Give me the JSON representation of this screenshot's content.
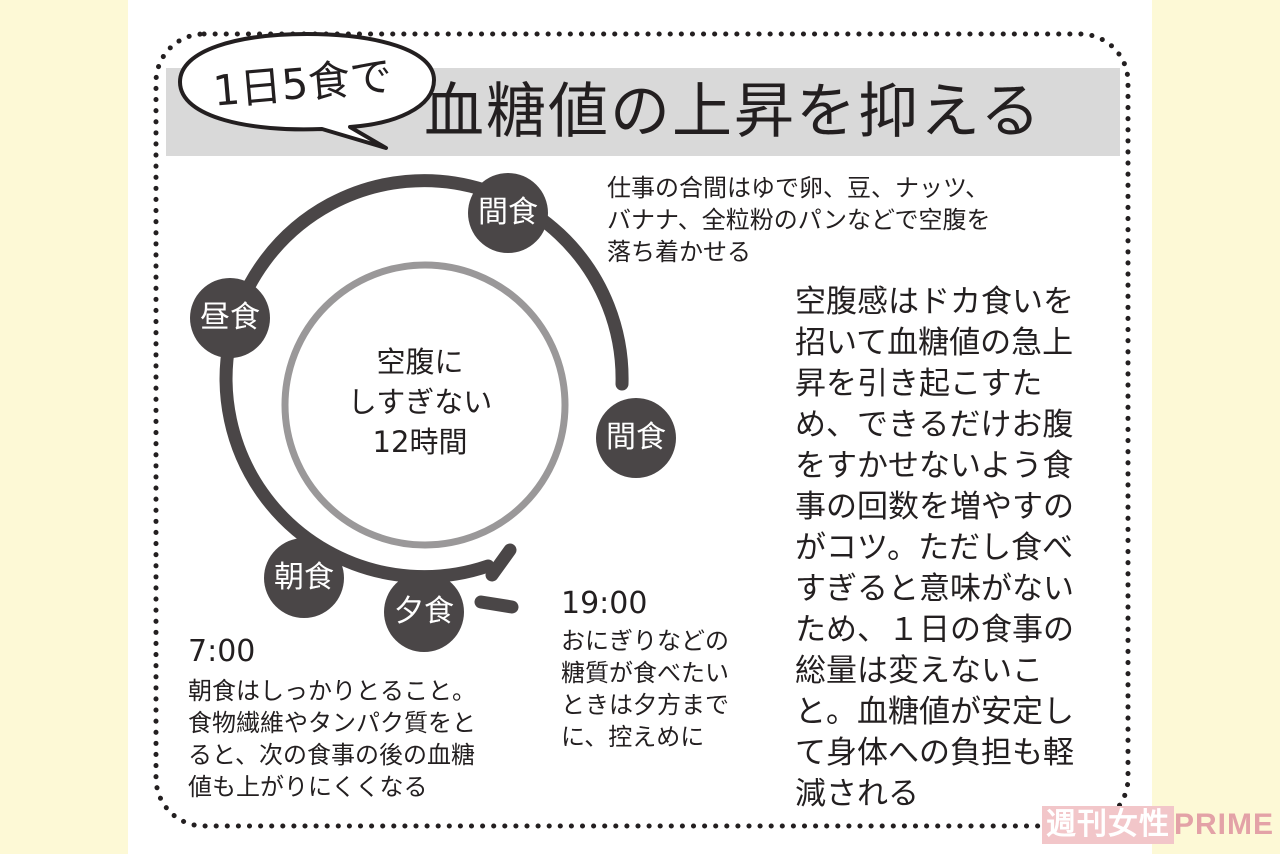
{
  "header": {
    "bubble_text": "1日5食で",
    "title": "血糖値の上昇を抑える"
  },
  "cycle": {
    "center_lines": [
      "空腹に",
      "しすぎない",
      "12時間"
    ],
    "meals": {
      "snack_top": "間食",
      "lunch": "昼食",
      "snack_right": "間食",
      "breakfast": "朝食",
      "dinner": "夕食"
    }
  },
  "notes": {
    "snack": [
      "仕事の合間はゆで卵、豆、ナッツ、",
      "バナナ、全粒粉のパンなどで空腹を",
      "落ち着かせる"
    ],
    "breakfast_time": "7:00",
    "breakfast": [
      "朝食はしっかりとること。",
      "食物繊維やタンパク質をと",
      "ると、次の食事の後の血糖",
      "値も上がりにくくなる"
    ],
    "dinner_time": "19:00",
    "dinner": [
      "おにぎりなどの",
      "糖質が食べたい",
      "ときは夕方まで",
      "に、控えめに"
    ]
  },
  "body_lines": [
    "空腹感はドカ食いを",
    "招いて血糖値の急上",
    "昇を引き起こすた",
    "め、できるだけお腹",
    "をすかせないよう食",
    "事の回数を増やすの",
    "がコツ。ただし食べ",
    "すぎると意味がない",
    "ため、１日の食事の",
    "総量は変えないこ",
    "と。血糖値が安定し",
    "て身体への負担も軽",
    "減される"
  ],
  "logo": {
    "part1": "週刊女性",
    "part2": "PRIME"
  },
  "colors": {
    "page_background": "#fdf9d6",
    "panel": "#ffffff",
    "title_band": "#d9d9d9",
    "meal_circle": "#4a4647",
    "ring_dark": "#4a4647",
    "ring_light": "#9a9899",
    "logo_pink": "#e3a2a7"
  }
}
